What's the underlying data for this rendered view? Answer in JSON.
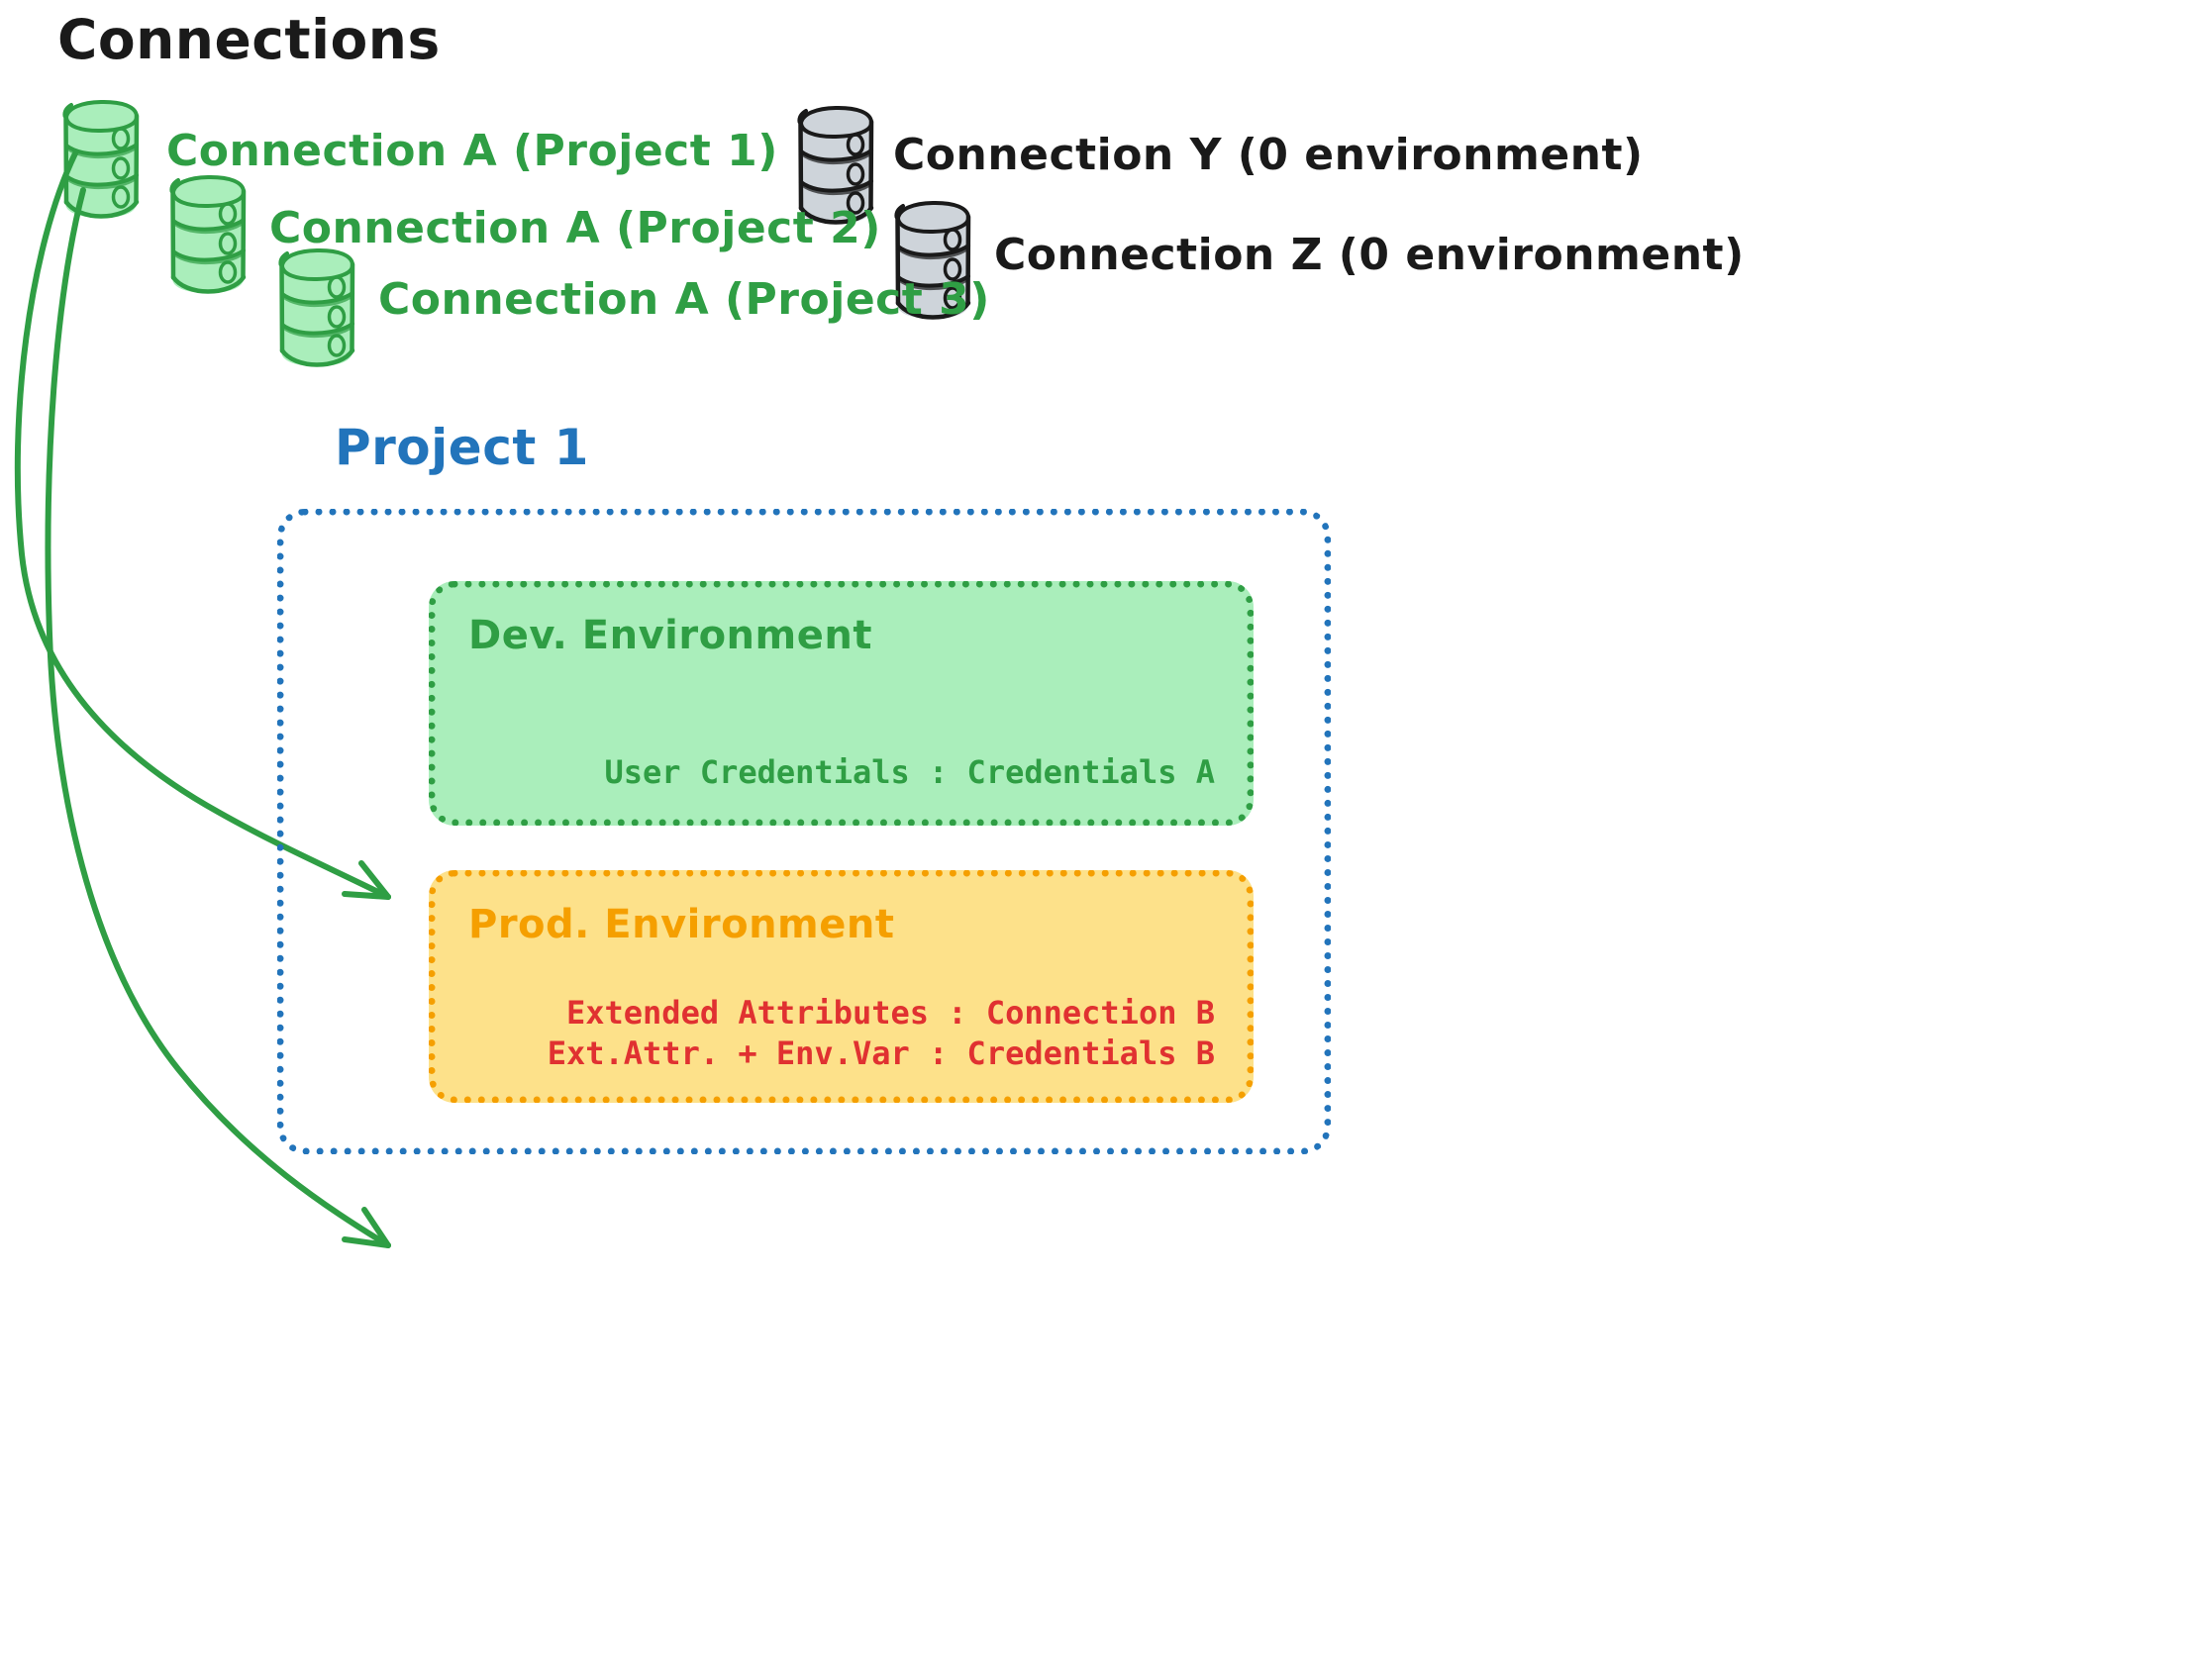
{
  "diagram": {
    "title": "Connections",
    "colors": {
      "green": "#2f9e44",
      "green_fill": "#aaeebb",
      "blue": "#2274bb",
      "orange": "#f59f00",
      "orange_fill": "#fde18a",
      "red": "#e03131",
      "gray_fill": "#ced4da",
      "black": "#1a1a1a"
    },
    "connections": [
      {
        "id": "a1",
        "label": "Connection A (Project 1)",
        "color": "green",
        "icon": "database-icon"
      },
      {
        "id": "a2",
        "label": "Connection A (Project 2)",
        "color": "green",
        "icon": "database-icon"
      },
      {
        "id": "a3",
        "label": "Connection A (Project 3)",
        "color": "green",
        "icon": "database-icon"
      },
      {
        "id": "y",
        "label": "Connection Y (0 environment)",
        "color": "black",
        "icon": "database-icon"
      },
      {
        "id": "z",
        "label": "Connection Z (0 environment)",
        "color": "black",
        "icon": "database-icon"
      }
    ],
    "project": {
      "label": "Project 1",
      "environments": [
        {
          "id": "dev",
          "title": "Dev. Environment",
          "lines": [
            "User Credentials : Credentials A"
          ]
        },
        {
          "id": "prod",
          "title": "Prod. Environment",
          "lines": [
            "Extended Attributes : Connection B",
            "Ext.Attr. + Env.Var : Credentials B"
          ]
        }
      ]
    },
    "arrows": [
      {
        "from": "connection-a1",
        "to": "dev-environment"
      },
      {
        "from": "connection-a1",
        "to": "prod-environment"
      }
    ]
  }
}
